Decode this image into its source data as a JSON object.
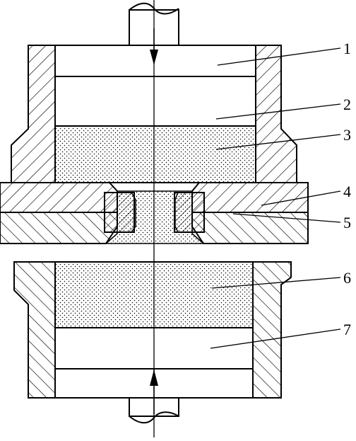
{
  "figure": {
    "callouts": [
      {
        "id": "1",
        "label": "1"
      },
      {
        "id": "2",
        "label": "2"
      },
      {
        "id": "3",
        "label": "3"
      },
      {
        "id": "4",
        "label": "4"
      },
      {
        "id": "5",
        "label": "5"
      },
      {
        "id": "6",
        "label": "6"
      },
      {
        "id": "7",
        "label": "7"
      }
    ],
    "colors": {
      "line": "#000000",
      "background": "#ffffff",
      "hatch": "#000000",
      "stipple": "#000000"
    }
  }
}
